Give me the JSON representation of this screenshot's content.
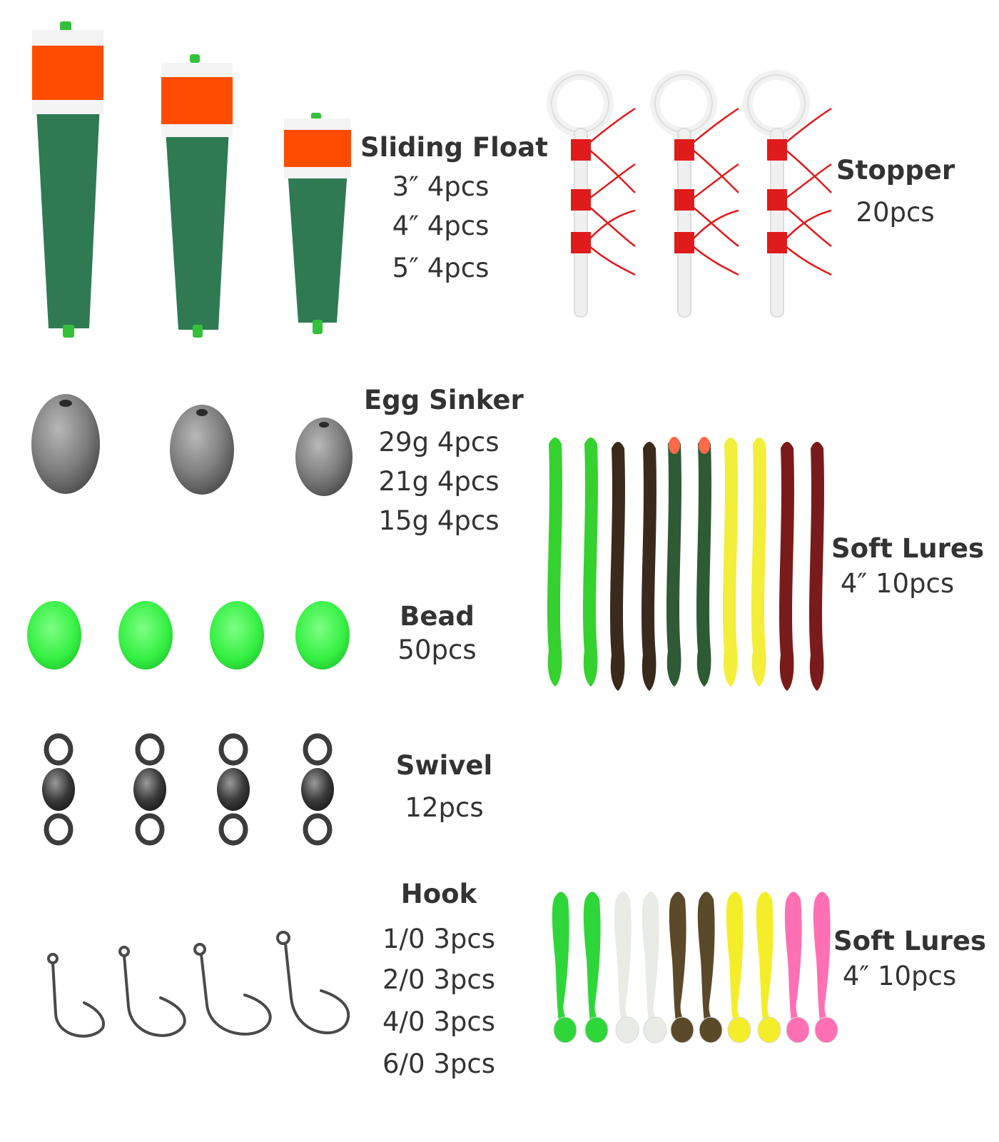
{
  "colors": {
    "float_body": "#2f7a53",
    "float_band": "#ff4c00",
    "float_cap": "#f4f4f4",
    "float_tip": "#33c13a",
    "stopper_thread": "#e01b1b",
    "stopper_tube": "#f2f2f2",
    "bead": "#3ff24a",
    "sinker": "#8a8a8a",
    "swivel": "#3c3c3c",
    "hook": "#4a4a4a"
  },
  "sections": {
    "sliding_float": {
      "title": "Sliding Float",
      "lines": [
        "3″  4pcs",
        "4″  4pcs",
        "5″  4pcs"
      ]
    },
    "stopper": {
      "title": "Stopper",
      "lines": [
        "20pcs"
      ]
    },
    "egg_sinker": {
      "title": "Egg Sinker",
      "lines": [
        "29g 4pcs",
        "21g 4pcs",
        "15g 4pcs"
      ]
    },
    "soft_lures_worm": {
      "title": "Soft Lures",
      "lines": [
        "4″ 10pcs"
      ]
    },
    "bead": {
      "title": "Bead",
      "lines": [
        "50pcs"
      ]
    },
    "swivel": {
      "title": "Swivel",
      "lines": [
        "12pcs"
      ]
    },
    "hook": {
      "title": "Hook",
      "lines": [
        "1/0  3pcs",
        "2/0  3pcs",
        "4/0  3pcs",
        "6/0  3pcs"
      ]
    },
    "soft_lures_shad": {
      "title": "Soft Lures",
      "lines": [
        "4″ 10pcs"
      ]
    }
  },
  "worm_colors": [
    "#35d12e",
    "#35d12e",
    "#3a2a1c",
    "#3a2a1c",
    "#2e5a34",
    "#2e5a34",
    "#f2ee3a",
    "#f2ee3a",
    "#7a1b1b",
    "#7a1b1b"
  ],
  "shad_colors": [
    "#2ed63a",
    "#2ed63a",
    "#e8ece4",
    "#e8ece4",
    "#5a4a2a",
    "#5a4a2a",
    "#f4ee2a",
    "#f4ee2a",
    "#ff6fb4",
    "#ff6fb4"
  ]
}
